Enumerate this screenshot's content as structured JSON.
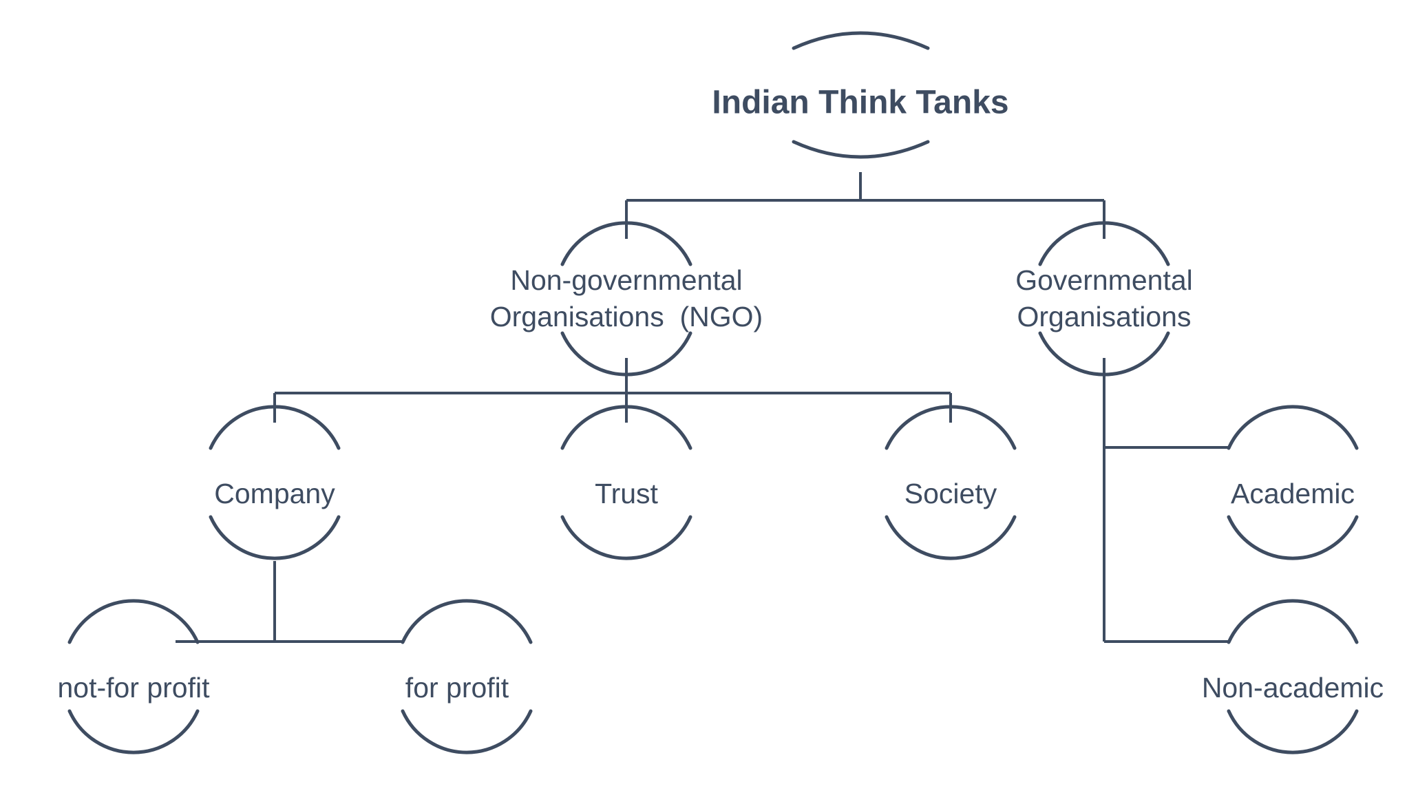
{
  "diagram": {
    "title": "Indian Think Tanks",
    "type": "hierarchy-tree",
    "colors": {
      "stroke": "#3e4c61",
      "text": "#3e4c61",
      "background": "#ffffff"
    },
    "nodes": {
      "root": {
        "label": "Indian Think Tanks"
      },
      "ngo": {
        "line1": "Non-governmental",
        "line2": "Organisations  (NGO)"
      },
      "gov": {
        "line1": "Governmental",
        "line2": "Organisations"
      },
      "company": {
        "label": "Company"
      },
      "trust": {
        "label": "Trust"
      },
      "society": {
        "label": "Society"
      },
      "academic": {
        "label": "Academic"
      },
      "non_academic": {
        "label": "Non-academic"
      },
      "not_for_profit": {
        "label": "not-for profit"
      },
      "for_profit": {
        "label": "for profit"
      }
    },
    "edges": [
      {
        "from": "root",
        "to": "ngo"
      },
      {
        "from": "root",
        "to": "gov"
      },
      {
        "from": "ngo",
        "to": "company"
      },
      {
        "from": "ngo",
        "to": "trust"
      },
      {
        "from": "ngo",
        "to": "society"
      },
      {
        "from": "gov",
        "to": "academic"
      },
      {
        "from": "gov",
        "to": "non_academic"
      },
      {
        "from": "company",
        "to": "not_for_profit"
      },
      {
        "from": "company",
        "to": "for_profit"
      }
    ]
  }
}
